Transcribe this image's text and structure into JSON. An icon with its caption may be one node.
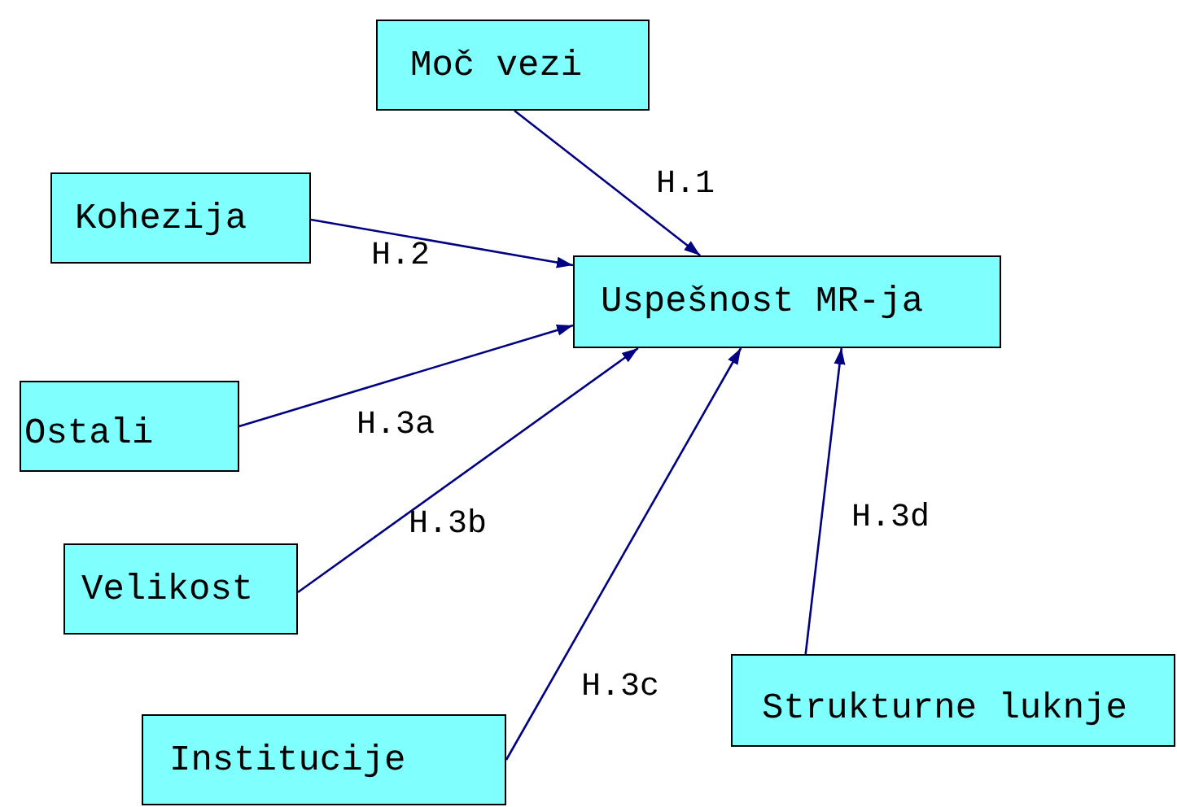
{
  "diagram": {
    "nodes": [
      {
        "text": [
          "Moč vezi"
        ]
      },
      {
        "text": [
          "Kohezija"
        ]
      },
      {
        "text": [
          "Uspešnost MR-ja"
        ]
      },
      {
        "text": [
          "Ostali"
        ]
      },
      {
        "text": [
          "Velikost"
        ]
      },
      {
        "text": [
          "Institucije"
        ]
      },
      {
        "text": [
          "Strukturne luknje"
        ]
      }
    ],
    "edges": [
      {
        "from": 0,
        "to": 2,
        "arrow": "to",
        "label": "H.1"
      },
      {
        "from": 1,
        "to": 2,
        "arrow": "to",
        "label": "H.2"
      },
      {
        "from": 3,
        "to": 2,
        "arrow": "to",
        "label": "H.3a"
      },
      {
        "from": 4,
        "to": 2,
        "arrow": "to",
        "label": "H.3b"
      },
      {
        "from": 5,
        "to": 2,
        "arrow": "to",
        "label": "H.3c"
      },
      {
        "from": 6,
        "to": 2,
        "arrow": "to",
        "label": "H.3d"
      }
    ]
  }
}
